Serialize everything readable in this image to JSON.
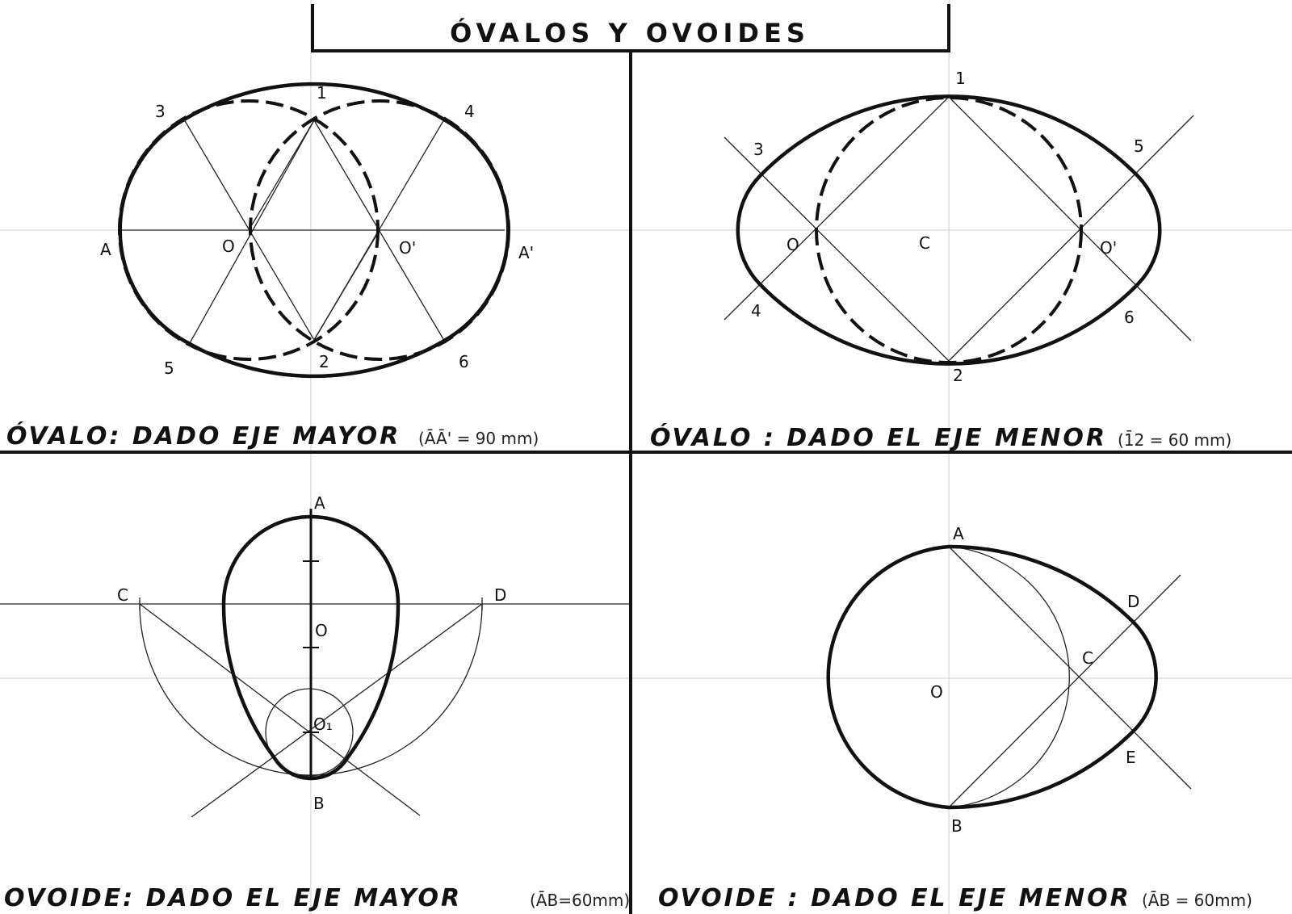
{
  "title": "ÓVALOS Y OVOIDES",
  "panels": [
    {
      "caption": "ÓVALO: DADO EJE MAYOR",
      "note": "(ĀĀ' = 90 mm)",
      "labels": [
        "A",
        "A'",
        "O",
        "O'",
        "1",
        "2",
        "3",
        "4",
        "5",
        "6"
      ]
    },
    {
      "caption": "ÓVALO : DADO EL EJE MENOR",
      "note": "(1̄2 = 60 mm)",
      "labels": [
        "1",
        "2",
        "3",
        "4",
        "5",
        "6",
        "O",
        "O'",
        "C"
      ]
    },
    {
      "caption": "OVOIDE: DADO EL EJE MAYOR",
      "note": "(ĀB=60mm)",
      "labels": [
        "A",
        "B",
        "C",
        "D",
        "O",
        "O₁"
      ]
    },
    {
      "caption": "OVOIDE : DADO EL EJE MENOR",
      "note": "(ĀB = 60mm)",
      "labels": [
        "A",
        "B",
        "C",
        "D",
        "E",
        "O"
      ]
    }
  ]
}
